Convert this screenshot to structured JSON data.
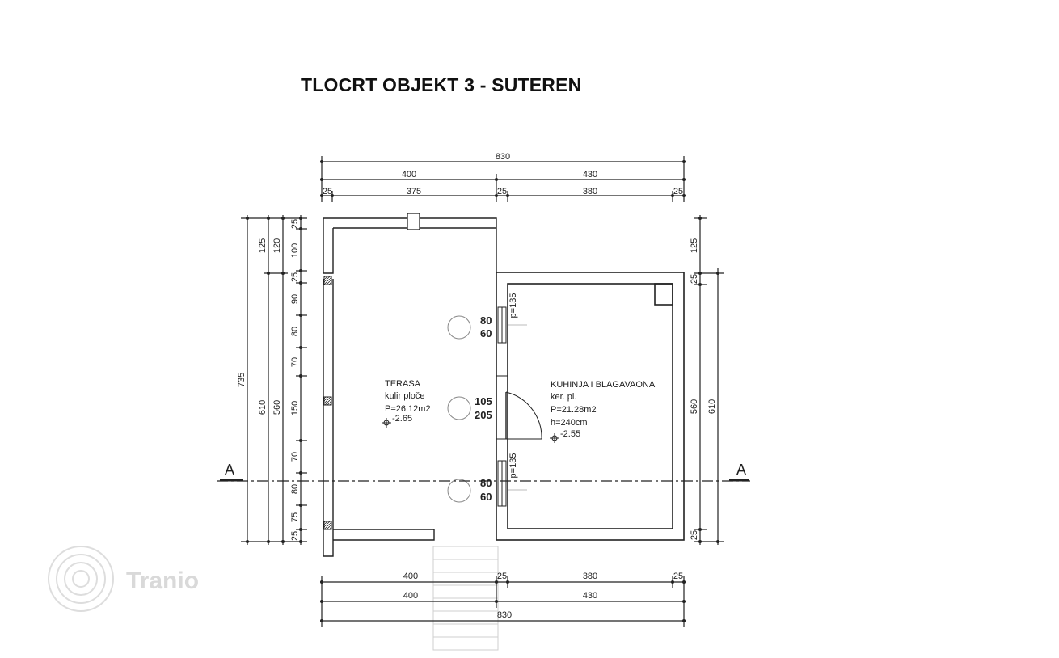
{
  "title": "TLOCRT OBJEKT 3 - SUTEREN",
  "dims": {
    "top": {
      "total": "830",
      "row2": [
        "400",
        "430"
      ],
      "row3": [
        "25",
        "375",
        "25",
        "380",
        "25"
      ]
    },
    "bottom": {
      "row1": [
        "400",
        "25",
        "380",
        "25"
      ],
      "row2": [
        "400",
        "430"
      ],
      "total": "830"
    },
    "left": {
      "total": "735",
      "col2": [
        "125",
        "610"
      ],
      "col3": [
        "120",
        "560"
      ],
      "col4": [
        "25",
        "100",
        "25",
        "90",
        "80",
        "70",
        "150",
        "70",
        "80",
        "75",
        "25"
      ]
    },
    "right": {
      "col1": [
        "125",
        "25",
        "560",
        "25"
      ],
      "col2": [
        "610"
      ]
    }
  },
  "rooms": {
    "terasa": {
      "name": "TERASA",
      "floor": "kulir ploče",
      "area": "P=26.12m2",
      "level": "-2.65"
    },
    "kuhinja": {
      "name": "KUHINJA I BLAGAVAONA",
      "floor": "ker. pl.",
      "area": "P=21.28m2",
      "height": "h=240cm",
      "level": "-2.55"
    }
  },
  "openings": {
    "win1": {
      "w": "80",
      "h": "60",
      "sill": "p=135"
    },
    "door": {
      "w": "105",
      "h": "205"
    },
    "win2": {
      "w": "80",
      "h": "60",
      "sill": "p=135"
    }
  },
  "section_mark": "A",
  "watermark": "Tranio"
}
